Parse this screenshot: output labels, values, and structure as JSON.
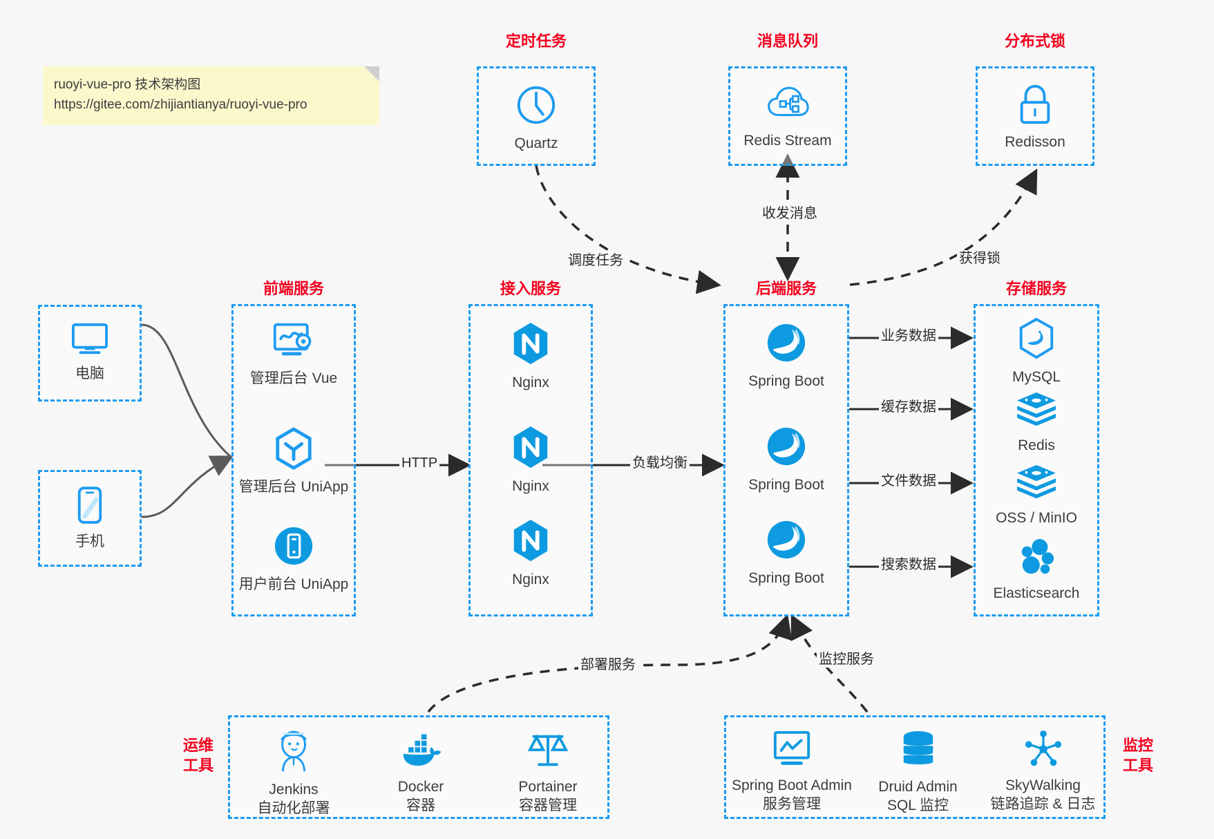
{
  "note": {
    "line1": "ruoyi-vue-pro 技术架构图",
    "line2": "https://gitee.com/zhijiantianya/ruoyi-vue-pro"
  },
  "colors": {
    "accent": "#1d9bf0",
    "title": "#f4001e",
    "background": "#f7f7f7",
    "note_bg": "#fbf8cc",
    "arrow": "#2b2b2b",
    "text": "#3c3c3c"
  },
  "groups": {
    "scheduled_task": {
      "title": "定时任务",
      "nodes": [
        {
          "label": "Quartz",
          "icon": "clock-icon"
        }
      ]
    },
    "message_queue": {
      "title": "消息队列",
      "nodes": [
        {
          "label": "Redis Stream",
          "icon": "cloud-stream-icon"
        }
      ]
    },
    "distributed_lock": {
      "title": "分布式锁",
      "nodes": [
        {
          "label": "Redisson",
          "icon": "lock-icon"
        }
      ]
    },
    "clients": {
      "computer": {
        "label": "电脑",
        "icon": "desktop-icon"
      },
      "phone": {
        "label": "手机",
        "icon": "mobile-icon"
      }
    },
    "frontend": {
      "title": "前端服务",
      "nodes": [
        {
          "label": "管理后台 Vue",
          "icon": "dashboard-gear-icon"
        },
        {
          "label": "管理后台 UniApp",
          "icon": "hexagon-y-icon"
        },
        {
          "label": "用户前台 UniApp",
          "icon": "phone-circle-icon"
        }
      ]
    },
    "gateway": {
      "title": "接入服务",
      "nodes": [
        {
          "label": "Nginx",
          "icon": "nginx-icon"
        },
        {
          "label": "Nginx",
          "icon": "nginx-icon"
        },
        {
          "label": "Nginx",
          "icon": "nginx-icon"
        }
      ]
    },
    "backend": {
      "title": "后端服务",
      "nodes": [
        {
          "label": "Spring Boot",
          "icon": "spring-icon"
        },
        {
          "label": "Spring Boot",
          "icon": "spring-icon"
        },
        {
          "label": "Spring Boot",
          "icon": "spring-icon"
        }
      ]
    },
    "storage": {
      "title": "存储服务",
      "nodes": [
        {
          "label": "MySQL",
          "icon": "mysql-icon"
        },
        {
          "label": "Redis",
          "icon": "redis-icon"
        },
        {
          "label": "OSS / MinIO",
          "icon": "oss-minio-icon"
        },
        {
          "label": "Elasticsearch",
          "icon": "elasticsearch-icon"
        }
      ]
    },
    "devops": {
      "title_line1": "运维",
      "title_line2": "工具",
      "nodes": [
        {
          "label": "Jenkins",
          "sub": "自动化部署",
          "icon": "jenkins-icon"
        },
        {
          "label": "Docker",
          "sub": "容器",
          "icon": "docker-icon"
        },
        {
          "label": "Portainer",
          "sub": "容器管理",
          "icon": "scales-icon"
        }
      ]
    },
    "monitoring": {
      "title_line1": "监控",
      "title_line2": "工具",
      "nodes": [
        {
          "label": "Spring Boot Admin",
          "sub": "服务管理",
          "icon": "monitor-chart-icon"
        },
        {
          "label": "Druid Admin",
          "sub": "SQL 监控",
          "icon": "database-icon"
        },
        {
          "label": "SkyWalking",
          "sub": "链路追踪 & 日志",
          "icon": "skywalking-icon"
        }
      ]
    }
  },
  "edges": [
    {
      "id": "schedule-task",
      "label": "调度任务"
    },
    {
      "id": "send-receive-message",
      "label": "收发消息"
    },
    {
      "id": "acquire-lock",
      "label": "获得锁"
    },
    {
      "id": "http",
      "label": "HTTP"
    },
    {
      "id": "load-balance",
      "label": "负载均衡"
    },
    {
      "id": "business-data",
      "label": "业务数据"
    },
    {
      "id": "cache-data",
      "label": "缓存数据"
    },
    {
      "id": "file-data",
      "label": "文件数据"
    },
    {
      "id": "search-data",
      "label": "搜索数据"
    },
    {
      "id": "deploy-service",
      "label": "部署服务"
    },
    {
      "id": "monitor-service",
      "label": "监控服务"
    }
  ]
}
